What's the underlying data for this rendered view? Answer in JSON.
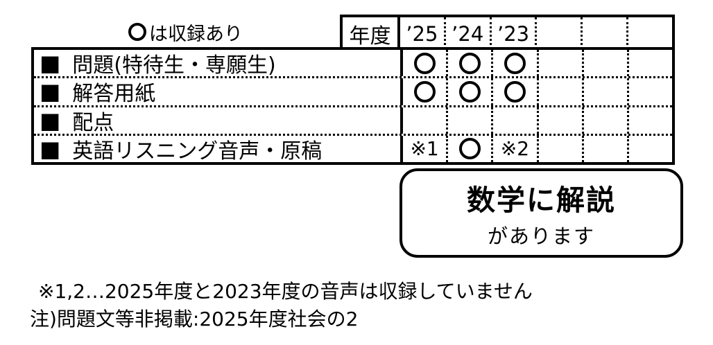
{
  "caption": {
    "mark": "○",
    "text": "は収録あり"
  },
  "table": {
    "year_header_label": "年度",
    "year_columns": [
      "’25",
      "’24",
      "’23",
      "",
      "",
      ""
    ],
    "rows": [
      {
        "bullet": "■",
        "label": "問題(特待生・専願生)",
        "cells": [
          "○",
          "○",
          "○",
          "",
          "",
          ""
        ]
      },
      {
        "bullet": "■",
        "label": "解答用紙",
        "cells": [
          "○",
          "○",
          "○",
          "",
          "",
          ""
        ]
      },
      {
        "bullet": "■",
        "label": "配点",
        "cells": [
          "",
          "",
          "",
          "",
          "",
          ""
        ]
      },
      {
        "bullet": "■",
        "label": "英語リスニング音声・原稿",
        "cells": [
          "※1",
          "○",
          "※2",
          "",
          "",
          ""
        ]
      }
    ]
  },
  "callout": {
    "line1": "数学に解説",
    "line2": "があります"
  },
  "notes": [
    "※1,2…2025年度と2023年度の音声は収録していません",
    "注)問題文等非掲載:2025年度社会の2"
  ]
}
